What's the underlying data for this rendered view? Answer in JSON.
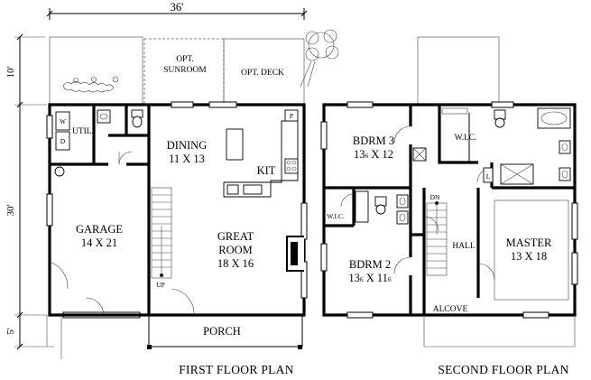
{
  "dimensions": {
    "width_total": "36'",
    "depth_rear": "10'",
    "depth_main": "30'",
    "depth_porch": "5'"
  },
  "first_floor": {
    "title": "FIRST FLOOR PLAN",
    "rooms": {
      "opt_sunroom": {
        "name_line1": "OPT.",
        "name_line2": "SUNROOM"
      },
      "opt_deck": {
        "name": "OPT. DECK"
      },
      "dining": {
        "name": "DINING",
        "size": "11 X 13"
      },
      "kit": {
        "name": "KIT"
      },
      "great_room": {
        "name_line1": "GREAT",
        "name_line2": "ROOM",
        "size": "18 X 16"
      },
      "garage": {
        "name": "GARAGE",
        "size": "14 X 21"
      },
      "util": {
        "name": "UTIL."
      },
      "washer": {
        "name": "W"
      },
      "dryer": {
        "name": "D"
      },
      "pantry": {
        "name": "P"
      },
      "stair_up": {
        "name": "UP"
      },
      "porch": {
        "name": "PORCH"
      }
    }
  },
  "second_floor": {
    "title": "SECOND FLOOR PLAN",
    "rooms": {
      "bdrm3": {
        "name": "BDRM 3",
        "size_a": "13",
        "size_a_sub": "6",
        "size_b": " X 12"
      },
      "bdrm2": {
        "name": "BDRM 2",
        "size_a": "13",
        "size_a_sub": "6",
        "size_b": " X 11",
        "size_b_sub": "6"
      },
      "master": {
        "name": "MASTER",
        "size": "13 X 18"
      },
      "wic_top": {
        "name": "W.I.C."
      },
      "wic_left": {
        "name": "W.I.C."
      },
      "hall": {
        "name": "HALL"
      },
      "alcove": {
        "name": "ALCOVE"
      },
      "linen": {
        "name": "L"
      },
      "stair_dn": {
        "name": "DN"
      }
    }
  }
}
